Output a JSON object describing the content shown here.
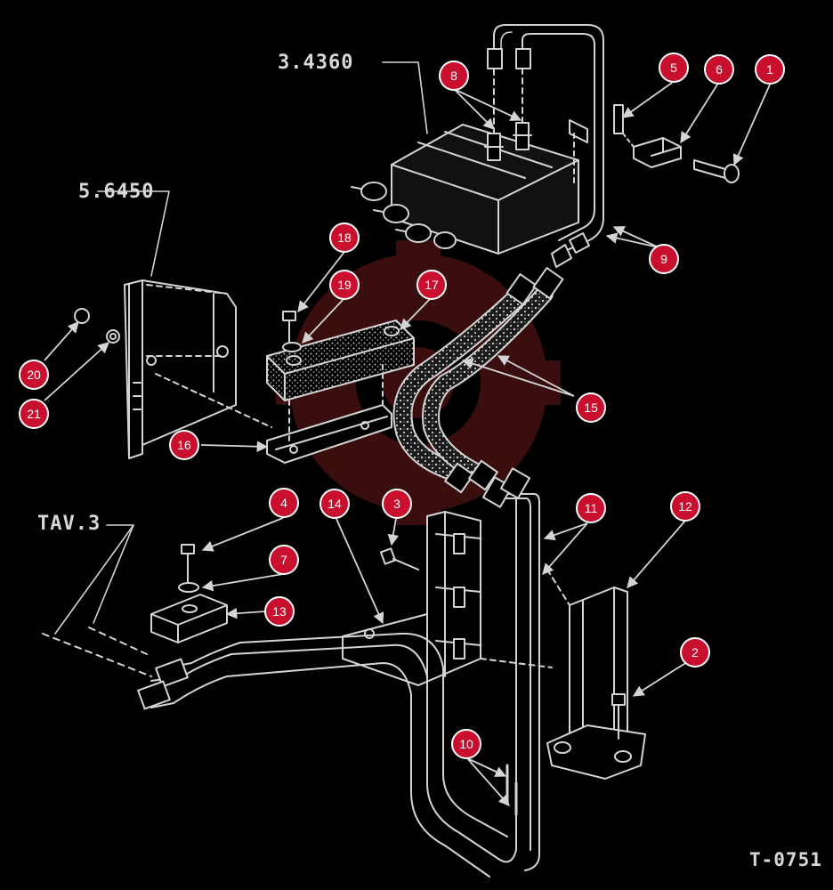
{
  "colors": {
    "background": "#000000",
    "line": "#d4d4d4",
    "callout_fill": "#c8102e",
    "callout_text": "#ffffff",
    "watermark": "#6b1a1a"
  },
  "labels": {
    "assembly_a": "3.4360",
    "assembly_b": "5.6450",
    "table_ref": "TAV.3",
    "drawing_no": "T-0751"
  },
  "callouts": [
    {
      "id": "c1",
      "text": "1"
    },
    {
      "id": "c2",
      "text": "2"
    },
    {
      "id": "c3",
      "text": "3"
    },
    {
      "id": "c4",
      "text": "4"
    },
    {
      "id": "c5",
      "text": "5"
    },
    {
      "id": "c6",
      "text": "6"
    },
    {
      "id": "c7",
      "text": "7"
    },
    {
      "id": "c8",
      "text": "8"
    },
    {
      "id": "c9",
      "text": "9"
    },
    {
      "id": "c10",
      "text": "10"
    },
    {
      "id": "c11",
      "text": "11"
    },
    {
      "id": "c12",
      "text": "12"
    },
    {
      "id": "c13",
      "text": "13"
    },
    {
      "id": "c14",
      "text": "14"
    },
    {
      "id": "c15",
      "text": "15"
    },
    {
      "id": "c16",
      "text": "16"
    },
    {
      "id": "c17",
      "text": "17"
    },
    {
      "id": "c18",
      "text": "18"
    },
    {
      "id": "c19",
      "text": "19"
    },
    {
      "id": "c20",
      "text": "20"
    },
    {
      "id": "c21",
      "text": "21"
    }
  ]
}
